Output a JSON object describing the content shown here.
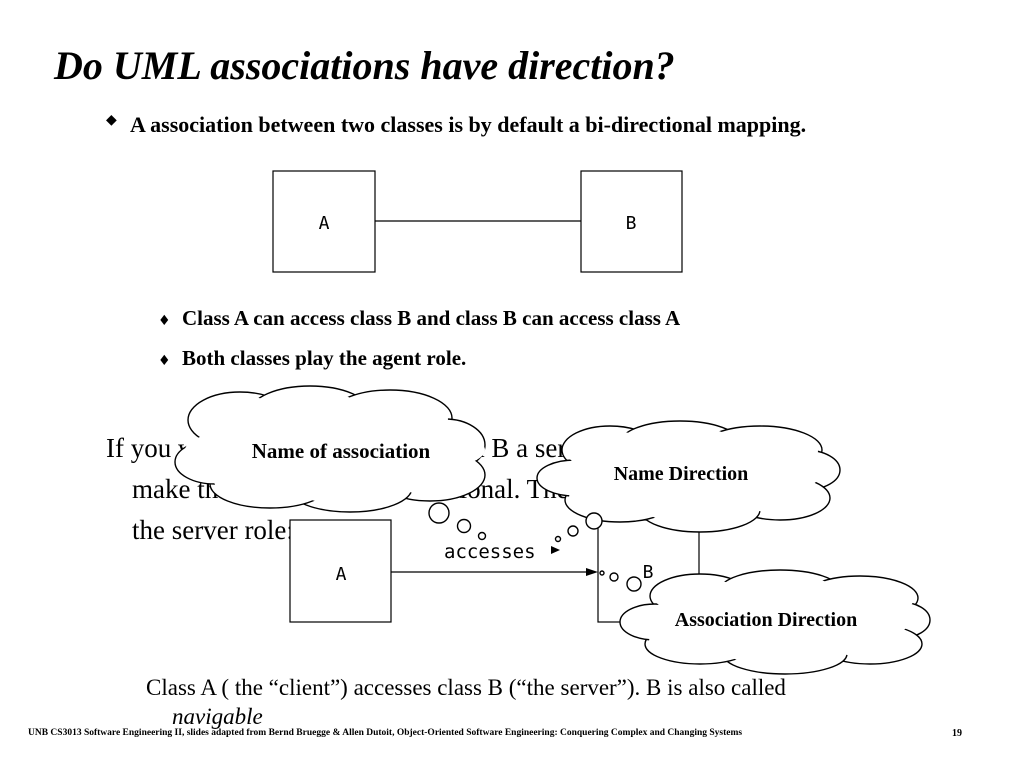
{
  "slide": {
    "title": "Do UML associations have direction?",
    "bullet_main": "A association between two classes is by default a  bi-directional mapping.",
    "sub_bullets": [
      "Class A can access class B and class B can access class A",
      "Both classes play the agent role."
    ],
    "paragraph_lines": [
      "If you want to make A a client, and B a server, you can",
      "make the association unidirectional. The arrowhead points to",
      "the server role:"
    ],
    "caption_line1": "Class A ( the “client”) accesses class B (“the server”). B is also called",
    "caption_line2": "navigable",
    "footer": "UNB CS3013 Software Engineering II, slides adapted from Bernd Bruegge & Allen Dutoit, Object-Oriented Software Engineering: Conquering Complex and Changing Systems",
    "page_number": "19"
  },
  "diagram_top": {
    "class_a": "A",
    "class_b": "B"
  },
  "diagram_bottom": {
    "class_a": "A",
    "class_b": "B",
    "association_label": "accesses"
  },
  "callouts": {
    "name_of_association": "Name of association",
    "name_direction": "Name Direction",
    "association_direction": "Association Direction"
  },
  "icons": {
    "bullet": "diamond-bullet-icon",
    "arrow": "arrowhead-icon",
    "callout": "cloud-callout"
  }
}
